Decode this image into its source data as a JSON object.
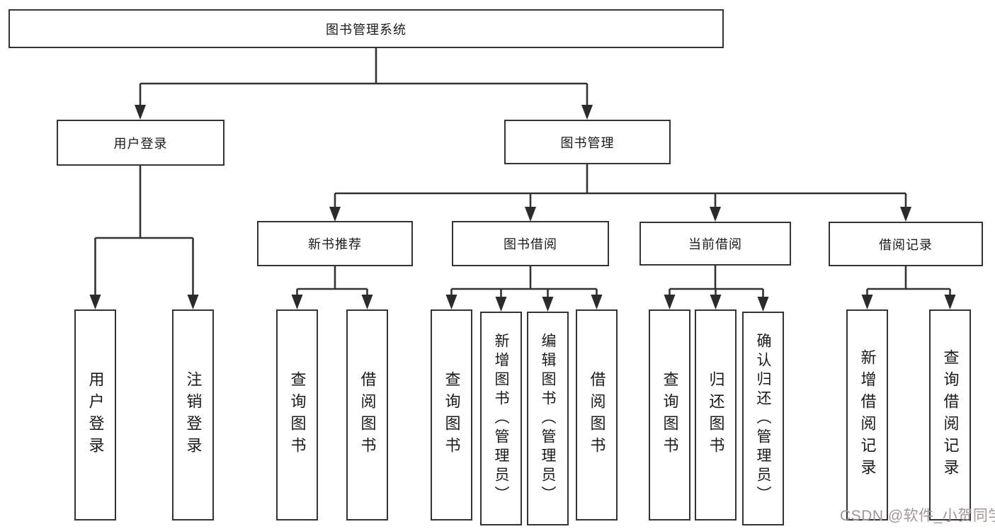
{
  "tree": {
    "root": {
      "label": "图书管理系统"
    },
    "branches": [
      {
        "label": "用户登录",
        "children": [
          {
            "label": "用户登录"
          },
          {
            "label": "注销登录"
          }
        ]
      },
      {
        "label": "图书管理",
        "children": [
          {
            "label": "新书推荐",
            "children": [
              {
                "label": "查询图书"
              },
              {
                "label": "借阅图书"
              }
            ]
          },
          {
            "label": "图书借阅",
            "children": [
              {
                "label": "查询图书"
              },
              {
                "label": "新增图书（管理员）"
              },
              {
                "label": "编辑图书（管理员）"
              },
              {
                "label": "借阅图书"
              }
            ]
          },
          {
            "label": "当前借阅",
            "children": [
              {
                "label": "查询图书"
              },
              {
                "label": "归还图书"
              },
              {
                "label": "确认归还（管理员）"
              }
            ]
          },
          {
            "label": "借阅记录",
            "children": [
              {
                "label": "新增借阅记录"
              },
              {
                "label": "查询借阅记录"
              }
            ]
          }
        ]
      }
    ]
  },
  "watermark": {
    "text": "CSDN @软件_小贺同学",
    "color": "#a09695"
  },
  "style_colors": {
    "line": "#333333",
    "box_border": "#333333",
    "box_fill": "#ffffff",
    "label_text": "#1a1a1a",
    "background": "#ffffff"
  }
}
